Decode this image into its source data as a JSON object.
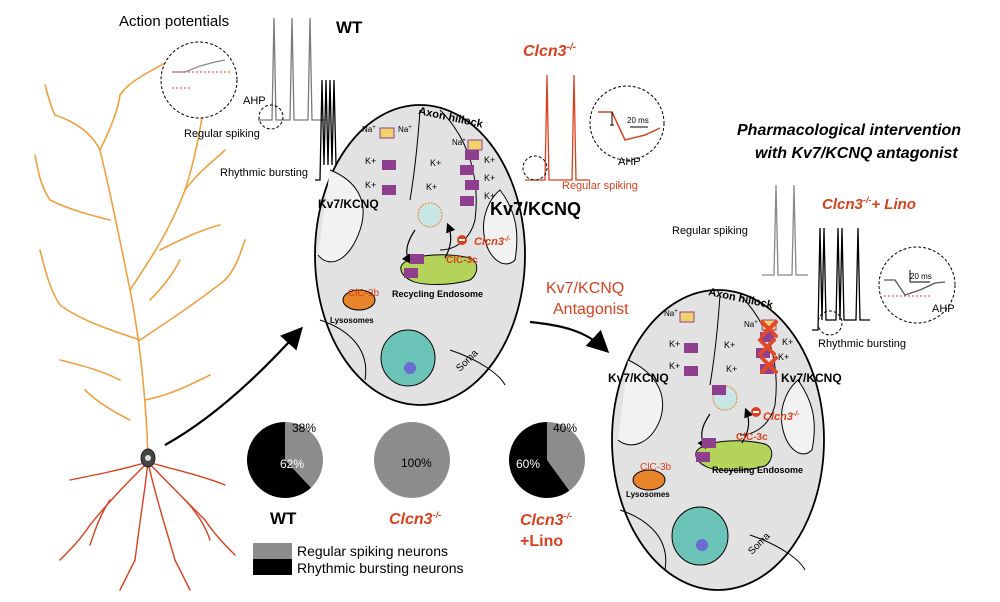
{
  "header": {
    "action_potentials": "Action potentials",
    "pharm_title_line1": "Pharmacological intervention",
    "pharm_title_line2": "with Kv7/KCNQ antagonist"
  },
  "genotypes": {
    "wt": "WT",
    "clcn3_base": "Clcn3",
    "clcn3_sup": "-/-",
    "lino_suffix": "+ Lino",
    "lino_suffix_pie": "+Lino"
  },
  "traces": {
    "ahp": "AHP",
    "regular_spiking": "Regular spiking",
    "rhythmic_bursting": "Rhythmic bursting",
    "scale_bar": "20 ms"
  },
  "cell": {
    "axon_hillock": "Axon hillock",
    "kv7": "Kv7/KCNQ",
    "na_plus": "Na",
    "na_sup": "+",
    "k_plus": "K+",
    "clc3c": "ClC-3c",
    "clc3b": "ClC-3b",
    "lysosomes": "Lysosomes",
    "recycling_endosome": "Recycling Endosome",
    "soma": "Soma"
  },
  "antagonist": {
    "line1": "Kv7/KCNQ",
    "line2": "Antagonist"
  },
  "legend": {
    "regular": "Regular spiking neurons",
    "bursting": "Rhythmic bursting neurons",
    "regular_color": "#8c8c8c",
    "bursting_color": "#000000"
  },
  "chart_data": {
    "type": "pie",
    "pies": [
      {
        "label": "WT",
        "slices": [
          {
            "name": "Regular spiking neurons",
            "value": 38
          },
          {
            "name": "Rhythmic bursting neurons",
            "value": 62
          }
        ]
      },
      {
        "label": "Clcn3-/-",
        "slices": [
          {
            "name": "Regular spiking neurons",
            "value": 100
          }
        ]
      },
      {
        "label": "Clcn3-/- +Lino",
        "slices": [
          {
            "name": "Regular spiking neurons",
            "value": 40
          },
          {
            "name": "Rhythmic bursting neurons",
            "value": 60
          }
        ]
      }
    ],
    "labels": {
      "wt_regular": "38%",
      "wt_bursting": "62%",
      "clcn3_regular": "100%",
      "lino_regular": "40%",
      "lino_bursting": "60%"
    }
  },
  "colors": {
    "red": "#d9401e",
    "orange_neuron": "#f0a040",
    "red_neuron": "#d9401e",
    "cell_fill": "#e2e2e2",
    "nucleus": "#6cc4b8",
    "endosome": "#b3d35a",
    "lysosome": "#e8842a",
    "channel": "#8e3f8e"
  }
}
